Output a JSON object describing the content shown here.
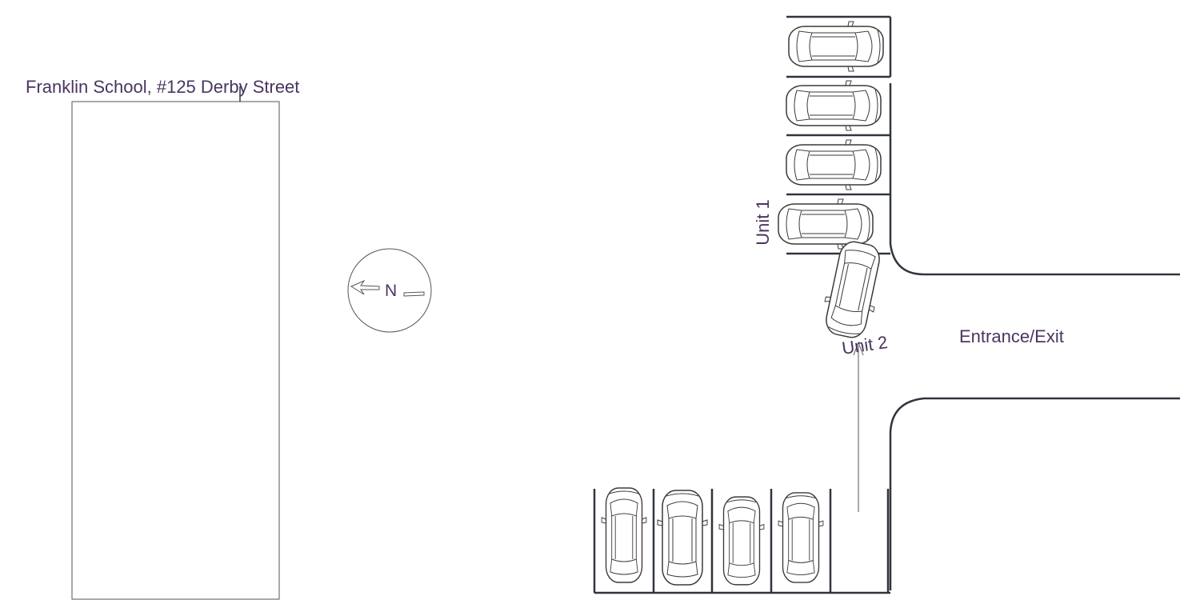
{
  "building": {
    "label": "Franklin School, #125 Derby Street"
  },
  "compass": {
    "label": "N"
  },
  "units": {
    "unit1": "Unit 1",
    "unit2": "Unit 2"
  },
  "road": {
    "label": "Entrance/Exit"
  },
  "colors": {
    "line": "#30353d",
    "text": "#4a3560",
    "thin": "#555555"
  }
}
